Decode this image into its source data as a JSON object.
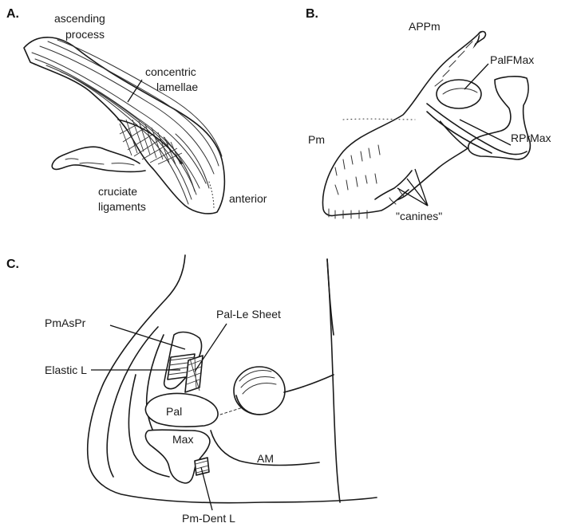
{
  "panels": {
    "a": {
      "letter": "A.",
      "labels": {
        "ascending_process": [
          "ascending",
          "process"
        ],
        "concentric_lamellae": [
          "concentric",
          "lamellae"
        ],
        "cruciate_ligaments": [
          "cruciate",
          "ligaments"
        ],
        "anterior": "anterior"
      }
    },
    "b": {
      "letter": "B.",
      "labels": {
        "appm": "APPm",
        "palfmax": "PalFMax",
        "pm": "Pm",
        "rprmax": "RPrMax",
        "canines": "\"canines\""
      }
    },
    "c": {
      "letter": "C.",
      "labels": {
        "pmaspr": "PmAsPr",
        "pal_le_sheet": "Pal-Le Sheet",
        "elastic_l": "Elastic L",
        "pal": "Pal",
        "max": "Max",
        "am": "AM",
        "pm_dent_l": "Pm-Dent L"
      }
    }
  }
}
